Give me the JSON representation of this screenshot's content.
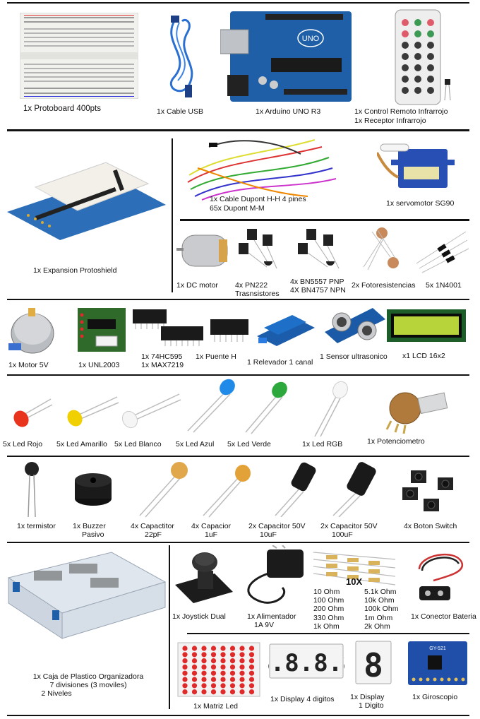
{
  "items": {
    "protoboard": "1x  Protoboard 400pts",
    "cable_usb": "1x  Cable USB",
    "arduino": "1x Arduino UNO R3",
    "arduino_logo": "UNO",
    "control_remoto": "1x Control Remoto Infrarrojo",
    "receptor": "1x  Receptor Infrarrojo",
    "cable_dupont_1": "1x Cable Dupont H-H 4 pines",
    "cable_dupont_2": "65x Dupont M-M",
    "servo": "1x servomotor SG90",
    "expansion": "1x Expansion Protoshield",
    "dc_motor": "1x DC motor",
    "pn222_1": "4x PN222",
    "pn222_2": "Trasnsistores",
    "bn_1": "4x BN5557 PNP",
    "bn_2": "4X BN4757 NPN",
    "foto": "2x Fotoresistencias",
    "diodo": "5x 1N4001",
    "motor5v": "1x Motor 5V",
    "unl": "1x  UNL2003",
    "ic_1": "1x 74HC595",
    "ic_2": "1x  MAX7219",
    "puente": "1x  Puente H",
    "relevador": "1 Relevador 1 canal",
    "sensor": "1 Sensor ultrasonico",
    "lcd": "x1  LCD 16x2",
    "led_rojo": "5x Led Rojo",
    "led_amarillo": "5x Led Amarillo",
    "led_blanco": "5x Led Blanco",
    "led_azul": "5x Led Azul",
    "led_verde": "5x Led Verde",
    "led_rgb": "1x Led RGB",
    "potenciometro": "1x Potenciometro",
    "termistor": "1x termistor",
    "buzzer_1": "1x Buzzer",
    "buzzer_2": "Pasivo",
    "cap22_1": "4x Capactitor",
    "cap22_2": "22pF",
    "cap1_1": "4x Capacior",
    "cap1_2": "1uF",
    "cap10_1": "2x Capacitor 50V",
    "cap10_2": "10uF",
    "cap100_1": "2x Capacitor 50V",
    "cap100_2": "100uF",
    "boton": "4x Boton Switch",
    "caja_1": "1x Caja de Plastico Organizadora",
    "caja_2": "7 divisiones (3 moviles)",
    "caja_3": "2 Niveles",
    "joystick": "1x Joystick Dual",
    "alim_1": "1x Alimentador",
    "alim_2": "1A  9V",
    "res_badge": "10X",
    "res_left": [
      "10 Ohm",
      "100 Ohm",
      "200 Ohm",
      "330 Ohm",
      "1k Ohm"
    ],
    "res_right": [
      "5.1k Ohm",
      "10k Ohm",
      "100k Ohm",
      "1m Ohm",
      "2k Ohm"
    ],
    "conector": "1x Conector Bateria",
    "matriz": "1x Matriz Led",
    "display4": "1x Display 4 digitos",
    "display1_1": "1x Display",
    "display1_2": "1 Digito",
    "giroscopio": "1x Giroscopio",
    "giro_chip": "GY-521",
    "display4_digits": "8.8.8.8",
    "display1_digit": "8"
  },
  "colors": {
    "arduino_blue": "#1f5fa8",
    "led_red": "#e8341c",
    "led_yellow": "#f0d000",
    "led_blue": "#1f8ae8",
    "led_green": "#2ca83c",
    "lcd_green": "#b7d43a",
    "servo_blue": "#2850b4",
    "relay_blue": "#1e6fc8",
    "display_red": "#e0281c"
  }
}
